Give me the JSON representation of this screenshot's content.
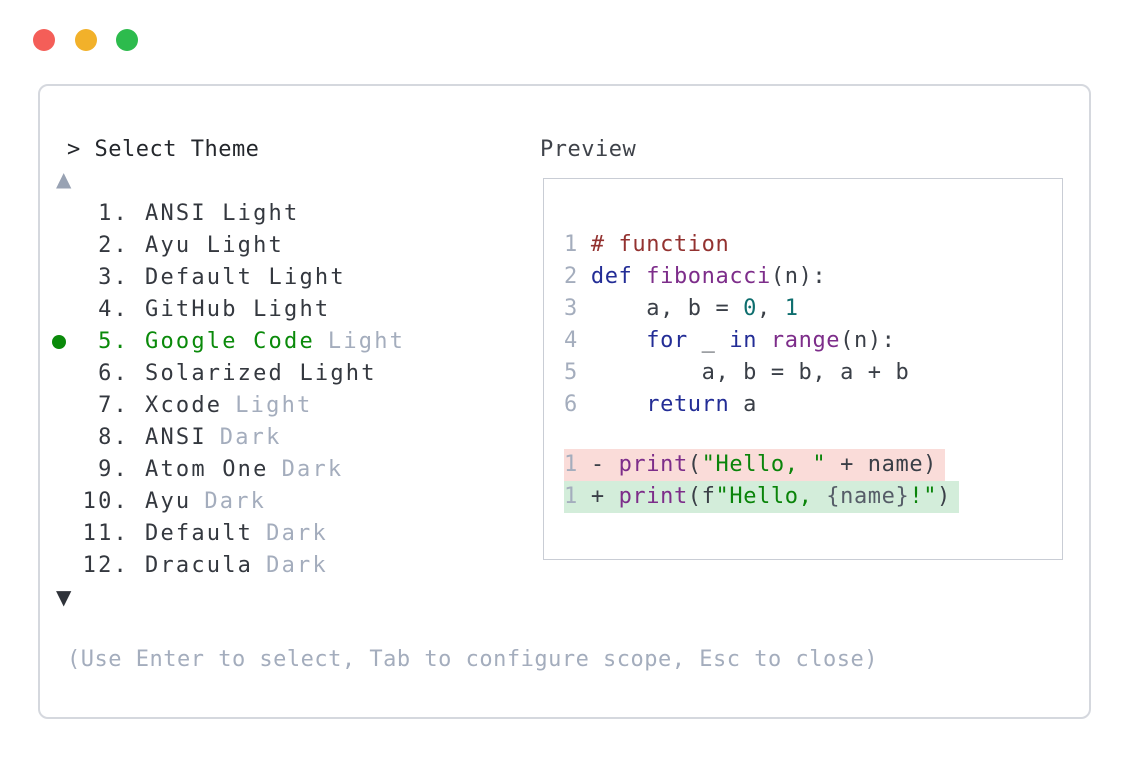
{
  "window": {
    "controls": [
      {
        "name": "close"
      },
      {
        "name": "minimize"
      },
      {
        "name": "zoom"
      }
    ]
  },
  "theme_picker": {
    "title": "> Select Theme",
    "icons": {
      "scroll_up": "▲",
      "scroll_down": "▼",
      "selected_bullet": "filled-circle"
    },
    "items": [
      {
        "num": "1.",
        "name": "ANSI Light",
        "variant": "",
        "selected": false
      },
      {
        "num": "2.",
        "name": "Ayu Light",
        "variant": "",
        "selected": false
      },
      {
        "num": "3.",
        "name": "Default Light",
        "variant": "",
        "selected": false
      },
      {
        "num": "4.",
        "name": "GitHub Light",
        "variant": "",
        "selected": false
      },
      {
        "num": "5.",
        "name": "Google Code",
        "variant": "Light",
        "selected": true
      },
      {
        "num": "6.",
        "name": "Solarized Light",
        "variant": "",
        "selected": false
      },
      {
        "num": "7.",
        "name": "Xcode",
        "variant": "Light",
        "selected": false
      },
      {
        "num": "8.",
        "name": "ANSI",
        "variant": "Dark",
        "selected": false
      },
      {
        "num": "9.",
        "name": "Atom One",
        "variant": "Dark",
        "selected": false
      },
      {
        "num": "10.",
        "name": "Ayu",
        "variant": "Dark",
        "selected": false
      },
      {
        "num": "11.",
        "name": "Default",
        "variant": "Dark",
        "selected": false
      },
      {
        "num": "12.",
        "name": "Dracula",
        "variant": "Dark",
        "selected": false
      }
    ],
    "hint": "(Use Enter to select, Tab to configure scope, Esc to close)"
  },
  "preview": {
    "label": "Preview",
    "code_lines": [
      {
        "num": "1",
        "tokens": [
          {
            "t": "# function",
            "c": "com"
          }
        ]
      },
      {
        "num": "2",
        "tokens": [
          {
            "t": "def",
            "c": "kw"
          },
          {
            "t": " ",
            "c": "pl"
          },
          {
            "t": "fibonacci",
            "c": "fn"
          },
          {
            "t": "(n):",
            "c": "pl"
          }
        ]
      },
      {
        "num": "3",
        "tokens": [
          {
            "t": "    a, b = ",
            "c": "pl"
          },
          {
            "t": "0",
            "c": "num"
          },
          {
            "t": ", ",
            "c": "pl"
          },
          {
            "t": "1",
            "c": "num"
          }
        ]
      },
      {
        "num": "4",
        "tokens": [
          {
            "t": "    ",
            "c": "pl"
          },
          {
            "t": "for",
            "c": "kw"
          },
          {
            "t": " _ ",
            "c": "pl"
          },
          {
            "t": "in",
            "c": "kw"
          },
          {
            "t": " ",
            "c": "pl"
          },
          {
            "t": "range",
            "c": "fn"
          },
          {
            "t": "(n):",
            "c": "pl"
          }
        ]
      },
      {
        "num": "5",
        "tokens": [
          {
            "t": "        a, b = b, a + b",
            "c": "pl"
          }
        ]
      },
      {
        "num": "6",
        "tokens": [
          {
            "t": "    ",
            "c": "pl"
          },
          {
            "t": "return",
            "c": "kw"
          },
          {
            "t": " a",
            "c": "pl"
          }
        ]
      }
    ],
    "diff_lines": [
      {
        "num": "1",
        "kind": "removed",
        "tokens": [
          {
            "t": "- ",
            "c": "pl"
          },
          {
            "t": "print",
            "c": "fn"
          },
          {
            "t": "(",
            "c": "pl"
          },
          {
            "t": "\"Hello, \"",
            "c": "str"
          },
          {
            "t": " + name)",
            "c": "pl"
          }
        ]
      },
      {
        "num": "1",
        "kind": "added",
        "tokens": [
          {
            "t": "+ ",
            "c": "pl"
          },
          {
            "t": "print",
            "c": "fn"
          },
          {
            "t": "(f",
            "c": "pl"
          },
          {
            "t": "\"Hello, ",
            "c": "str"
          },
          {
            "t": "{name}",
            "c": "sub"
          },
          {
            "t": "!\"",
            "c": "str"
          },
          {
            "t": ")",
            "c": "pl"
          }
        ]
      }
    ]
  },
  "colors": {
    "traffic_red": "#f45e58",
    "traffic_yellow": "#f2b12a",
    "traffic_green": "#2dbb4d",
    "selected_green": "#0a8a0a",
    "muted_gray": "#a4adbd",
    "text_dark": "#34383f",
    "panel_border": "#d5d8de",
    "preview_border": "#c9cdd5",
    "diff_removed_bg": "#fadcd9",
    "diff_added_bg": "#d3edda",
    "syntax": {
      "comment": "#933230",
      "keyword": "#232d96",
      "function": "#7d2d8a",
      "number": "#0e6e6e",
      "string": "#0a840a",
      "plain": "#3a3f47",
      "interpolation": "#565d68",
      "line_number": "#a4adbd"
    }
  }
}
